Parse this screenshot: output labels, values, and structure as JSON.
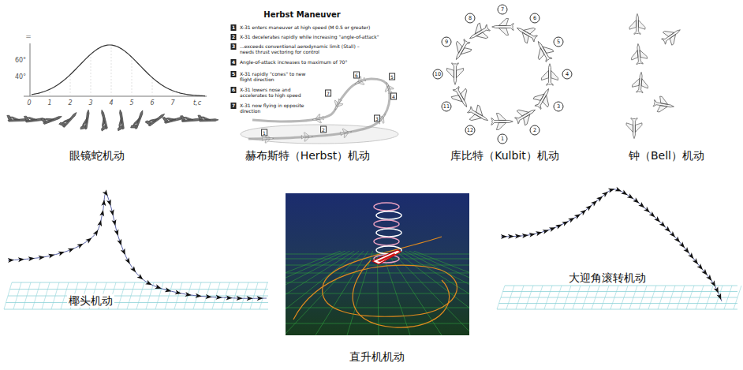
{
  "diagram": {
    "labels": [
      "=",
      "60°",
      "40°",
      "0",
      "1",
      "2",
      "3",
      "4",
      "5",
      "6",
      "7",
      "t,c",
      "眼镜蛇机动",
      "Herbst Maneuver",
      "1",
      "X-31 enters maneuver at high speed (M 0.5 or greater)",
      "2",
      "X-31 decelerates rapidly while increasing \"angle-of-attack\"",
      "3",
      "...exceeds conventional aerodynamic limit (Stall) – needs thrust vectoring for control",
      "4",
      "Angle-of-attack increases to maximum of 70°",
      "5",
      "X-31 rapidly \"cones\" to new flight direction",
      "6",
      "X-31 lowers nose and accelerates to high speed",
      "7",
      "X-31 now flying in opposite direction",
      "1",
      "2",
      "3",
      "4",
      "5",
      "6",
      "7",
      "赫布斯特（Herbst）机动",
      "1",
      "2",
      "3",
      "4",
      "5",
      "6",
      "7",
      "8",
      "9",
      "10",
      "11",
      "12",
      "库比特（Kulbit）机动",
      "钟（Bell）机动",
      "椰头机动",
      "直升机机动",
      "大迎角滚转机动"
    ]
  }
}
